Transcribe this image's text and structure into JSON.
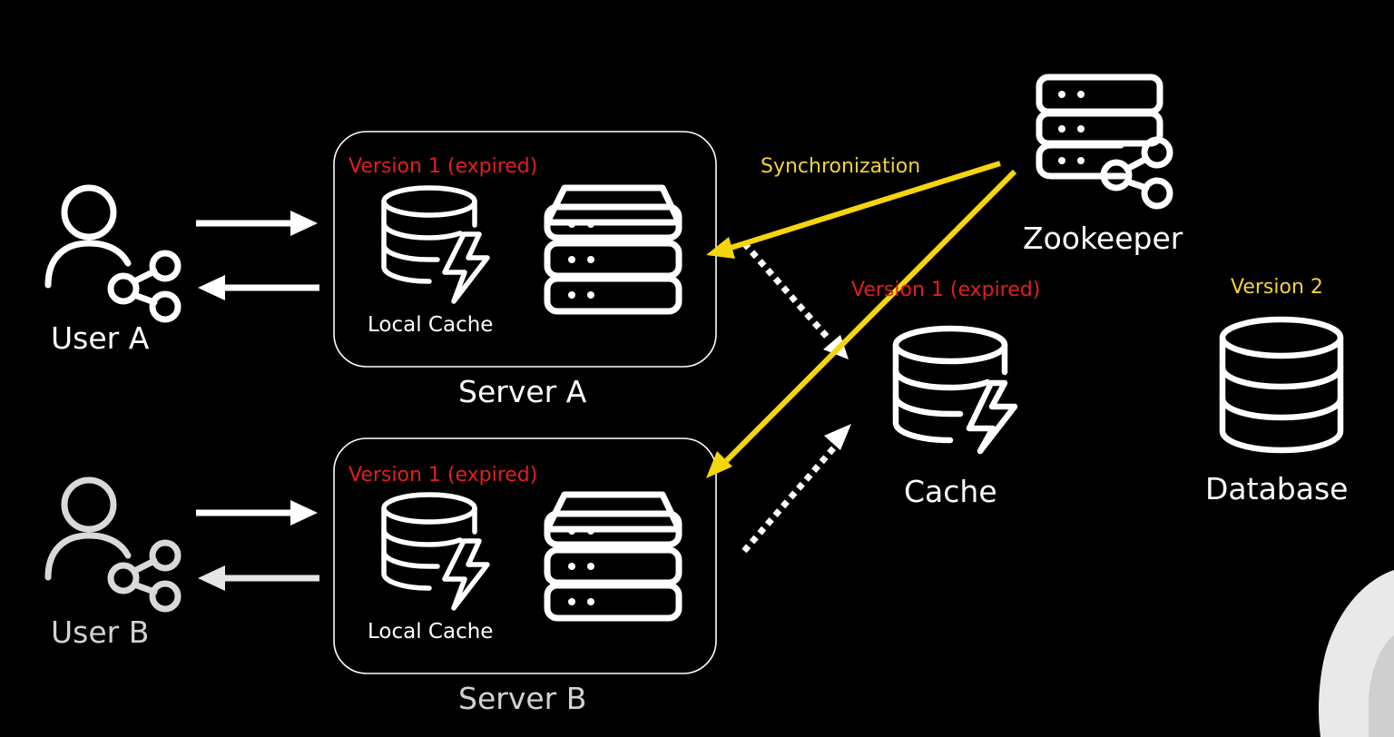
{
  "users": [
    {
      "label": "User A"
    },
    {
      "label": "User B"
    }
  ],
  "servers": [
    {
      "label": "Server A",
      "version_label": "Version 1 (expired)",
      "cache_label": "Local Cache"
    },
    {
      "label": "Server B",
      "version_label": "Version 1 (expired)",
      "cache_label": "Local Cache"
    }
  ],
  "zookeeper": {
    "label": "Zookeeper"
  },
  "sync_label": "Synchronization",
  "cache": {
    "label": "Cache",
    "version_label": "Version 1 (expired)"
  },
  "database": {
    "label": "Database",
    "version_label": "Version 2"
  },
  "colors": {
    "background": "#000000",
    "line": "#ffffff",
    "sync_arrow": "#f5d50c",
    "expired_text": "#e0201c",
    "version_text": "#f3d23e"
  },
  "icons": [
    "user-share-icon",
    "cache-database-icon",
    "server-rack-icon",
    "zookeeper-icon",
    "database-icon"
  ]
}
